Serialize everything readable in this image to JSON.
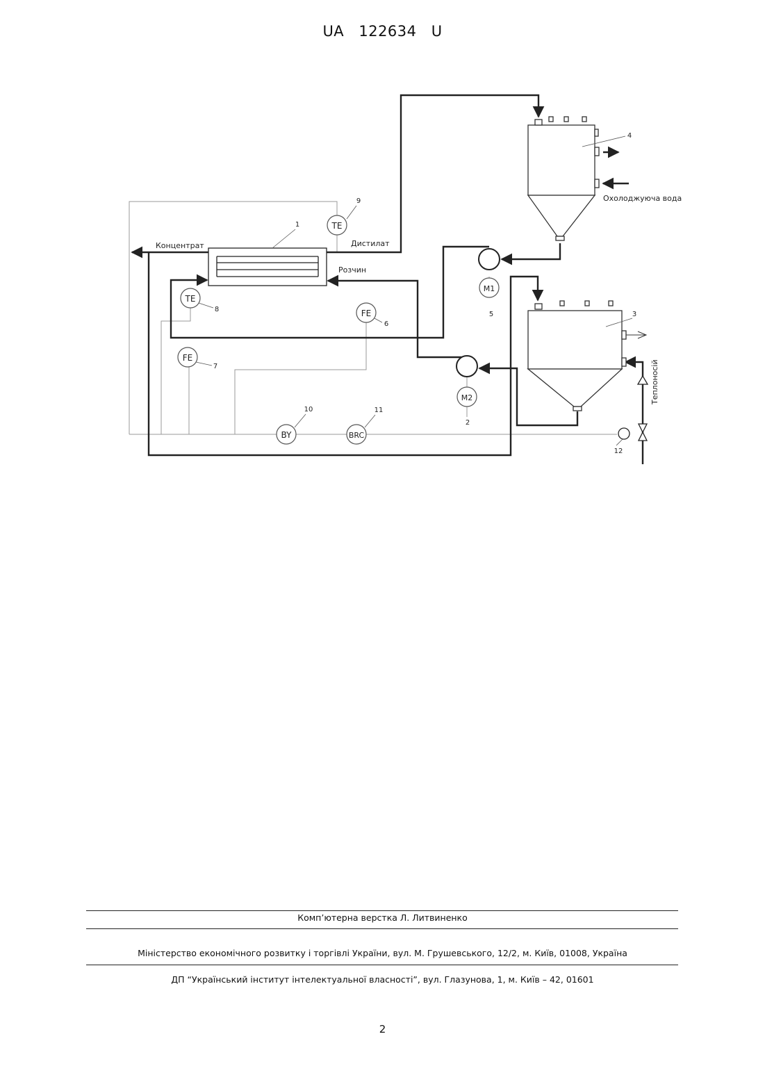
{
  "header": {
    "patent_number": "UA 122634 U"
  },
  "diagram": {
    "labels": {
      "concentrate": "Концентрат",
      "distillate": "Дистилат",
      "solution": "Розчин",
      "cooling_water": "Охолоджуюча вода",
      "heat_carrier": "Теплоносій"
    },
    "instruments": {
      "te9": "TE",
      "te8": "TE",
      "fe6": "FE",
      "fe7": "FE",
      "m1": "M1",
      "m2": "M2",
      "by10": "BY",
      "brc11": "BRC"
    },
    "numbers": {
      "n1": "1",
      "n2": "2",
      "n3": "3",
      "n4": "4",
      "n5": "5",
      "n6": "6",
      "n7": "7",
      "n8": "8",
      "n9": "9",
      "n10": "10",
      "n11": "11",
      "n12": "12"
    }
  },
  "footer": {
    "layout_credit": "Комп’ютерна верстка Л. Литвиненко",
    "ministry": "Міністерство економічного розвитку і торгівлі України, вул. М. Грушевського, 12/2, м. Київ, 01008, Україна",
    "institute": "ДП “Український інститут інтелектуальної власності”, вул. Глазунова, 1, м. Київ – 42, 01601"
  },
  "page_number": "2"
}
